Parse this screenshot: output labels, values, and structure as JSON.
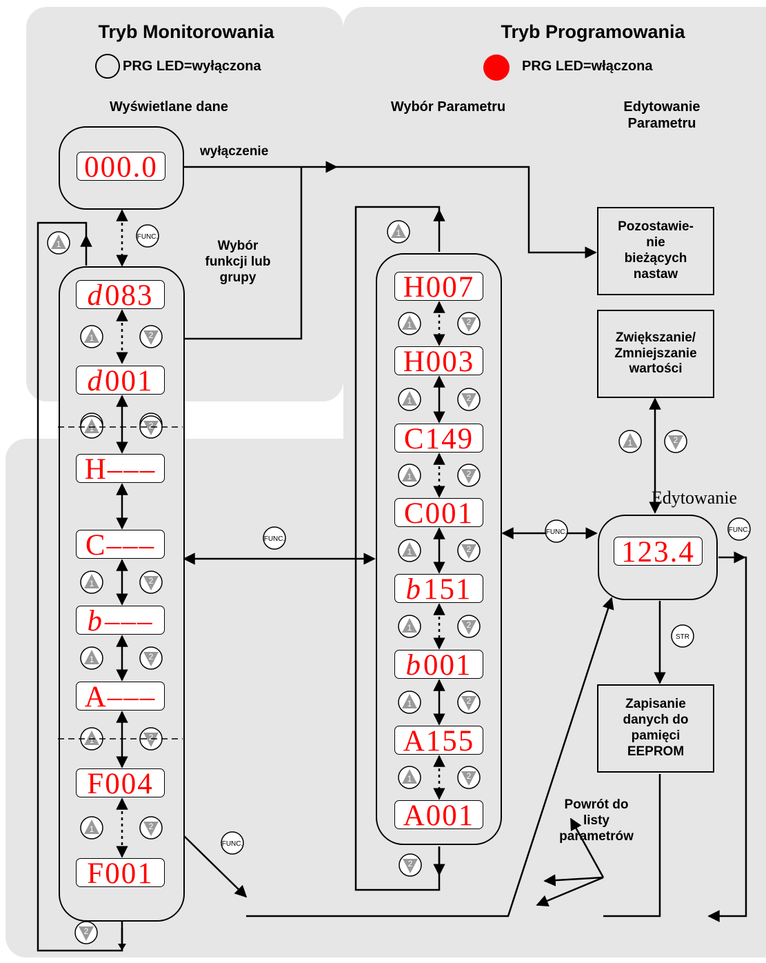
{
  "monitor": {
    "title": "Tryb Monitorowania",
    "led_label": "PRG LED=wyłączona",
    "displayed_data": "Wyświetlane dane",
    "top_display": "000.0",
    "power_off": "wyłączenie",
    "function_select": [
      "Wybór",
      "funkcji lub",
      "grupy"
    ],
    "list": [
      {
        "prefix": "d",
        "text": "083"
      },
      {
        "prefix": "d",
        "text": "001"
      },
      {
        "prefix": "",
        "text": "H–––"
      },
      {
        "prefix": "",
        "text": "C–––"
      },
      {
        "prefix": "b",
        "text": "–––"
      },
      {
        "prefix": "",
        "text": "A–––"
      },
      {
        "prefix": "",
        "text": "F004"
      },
      {
        "prefix": "",
        "text": "F001"
      }
    ]
  },
  "program": {
    "title": "Tryb Programowania",
    "led_label": "PRG LED=włączona",
    "led_color": "#ff0000",
    "param_select": "Wybór Parametru",
    "param_edit": [
      "Edytowanie",
      "Parametru"
    ],
    "list": [
      {
        "prefix": "",
        "text": "H007"
      },
      {
        "prefix": "",
        "text": "H003"
      },
      {
        "prefix": "",
        "text": "C149"
      },
      {
        "prefix": "",
        "text": "C001"
      },
      {
        "prefix": "b",
        "text": "151"
      },
      {
        "prefix": "b",
        "text": "001"
      },
      {
        "prefix": "",
        "text": "A155"
      },
      {
        "prefix": "",
        "text": "A001"
      }
    ],
    "keep_box": [
      "Pozostawie-",
      "nie",
      "bieżących",
      "nastaw"
    ],
    "incdec_box": [
      "Zwiększanie/",
      "Zmniejszanie",
      "wartości"
    ],
    "edit_label": "Edytowanie",
    "edit_display": "123.4",
    "save_box": [
      "Zapisanie",
      "danych do",
      "pamięci",
      "EEPROM"
    ],
    "return_label": [
      "Powrót do",
      "listy",
      "parametrów"
    ]
  },
  "keys": {
    "func": "FUNC.",
    "store": "STR",
    "up": "1",
    "down": "2"
  },
  "colors": {
    "region": "#e6e6e6",
    "display_text": "#ff0000",
    "key": "#9a9a9a"
  }
}
